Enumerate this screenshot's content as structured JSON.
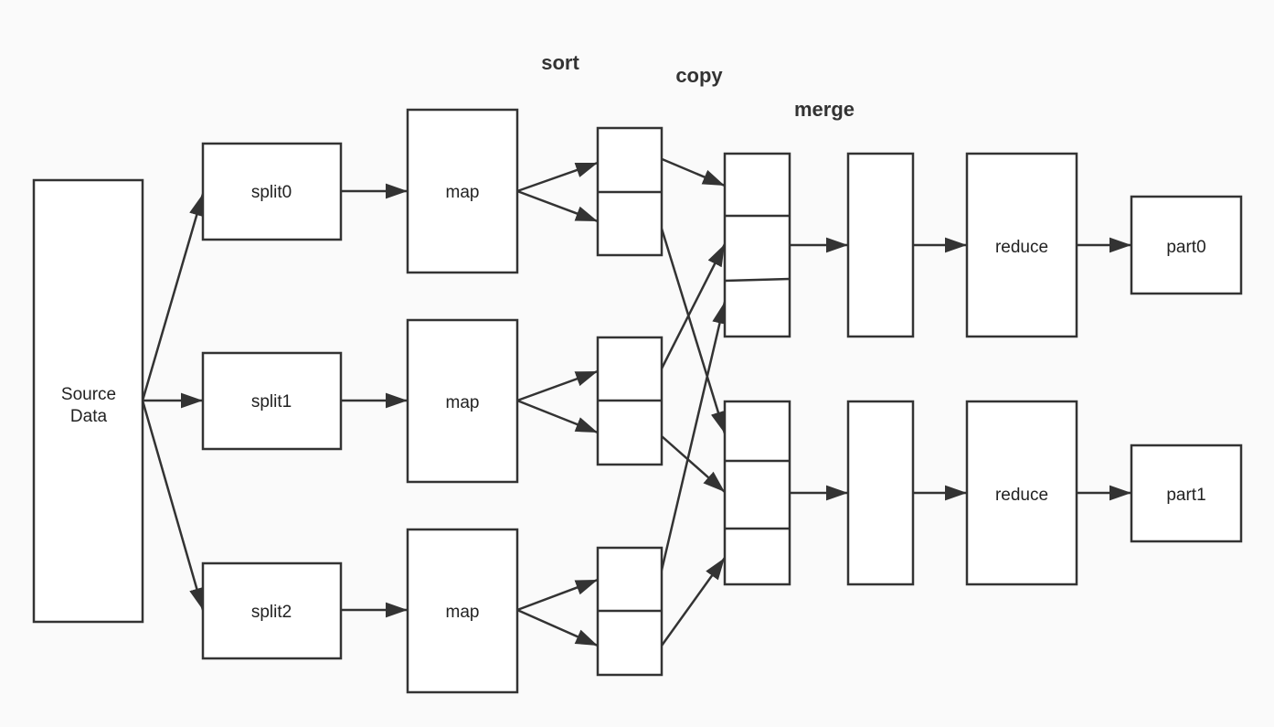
{
  "stage_labels": {
    "sort": "sort",
    "copy": "copy",
    "merge": "merge"
  },
  "source": {
    "line1": "Source",
    "line2": "Data"
  },
  "splits": [
    "split0",
    "split1",
    "split2"
  ],
  "maps": [
    "map",
    "map",
    "map"
  ],
  "reduces": [
    "reduce",
    "reduce"
  ],
  "parts": [
    "part0",
    "part1"
  ],
  "colors": {
    "stroke": "#333333",
    "fill": "#ffffff",
    "background": "#fafafa"
  }
}
